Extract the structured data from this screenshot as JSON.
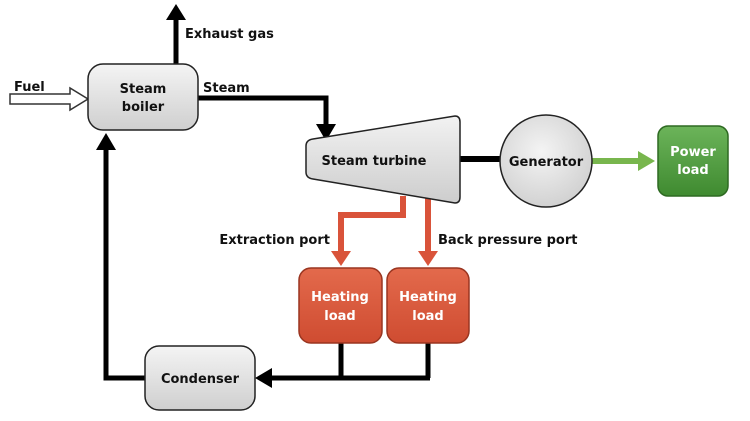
{
  "nodes": {
    "steam_boiler": {
      "line1": "Steam",
      "line2": "boiler"
    },
    "steam_turbine": {
      "label": "Steam turbine"
    },
    "generator": {
      "label": "Generator"
    },
    "power_load": {
      "line1": "Power",
      "line2": "load"
    },
    "heating_load_1": {
      "line1": "Heating",
      "line2": "load"
    },
    "heating_load_2": {
      "line1": "Heating",
      "line2": "load"
    },
    "condenser": {
      "label": "Condenser"
    }
  },
  "labels": {
    "fuel": "Fuel",
    "exhaust_gas": "Exhaust gas",
    "steam": "Steam",
    "extraction_port": "Extraction port",
    "back_pressure_port": "Back pressure port"
  },
  "colors": {
    "flow_line": "#000000",
    "heating_flow": "#d9533a",
    "heating_fill": "#d9583d",
    "power_flow": "#78b64d",
    "power_fill": "#4c9a3a",
    "node_fill": "#e6e6e6"
  }
}
